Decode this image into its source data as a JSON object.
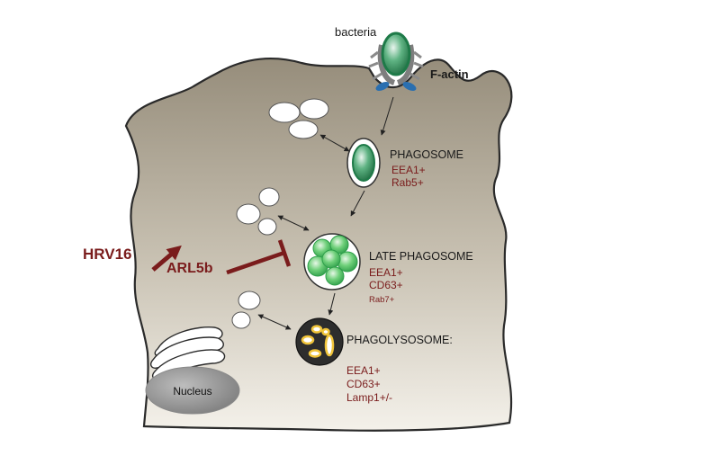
{
  "labels": {
    "bacteria": "bacteria",
    "factin": "F-actin",
    "phagosome": "PHAGOSOME",
    "late_phagosome": "LATE PHAGOSOME",
    "phagolysosome": "PHAGOLYSOSOME:",
    "hrv16": "HRV16",
    "arl5b": "ARL5b",
    "nucleus": "Nucleus"
  },
  "markers": {
    "phagosome": [
      "EEA1+",
      "Rab5+"
    ],
    "late_phagosome": [
      "EEA1+",
      "CD63+",
      "Rab7+"
    ],
    "phagolysosome": [
      "EEA1+",
      "CD63+",
      "Lamp1+/-"
    ]
  },
  "colors": {
    "cell_top": "#9c9382",
    "cell_bottom": "#f2efe7",
    "outline": "#2a2a2a",
    "bacteria_green": "#2f9a5e",
    "late_green": "#55c46a",
    "marker_red": "#7a1c1c",
    "phagolysosome_dark": "#2d2d2d",
    "granule_yellow": "#f0c43a",
    "receptor_blue": "#2a6fb0",
    "nucleus_grey": "#9a9a9a"
  }
}
